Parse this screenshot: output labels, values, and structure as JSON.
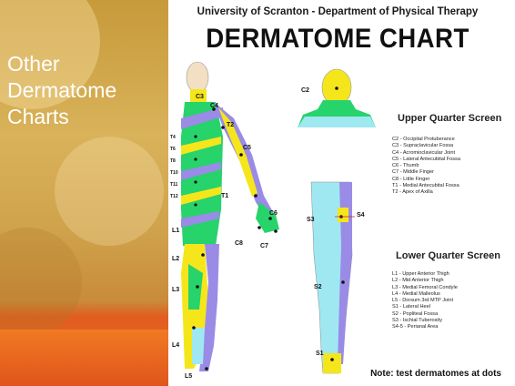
{
  "slide": {
    "title_lines": [
      "Other",
      "Dermatome",
      "Charts"
    ]
  },
  "chart_image": {
    "header": "University of Scranton - Department of Physical Therapy",
    "title": "DERMATOME CHART",
    "body_labels": {
      "c2": "C2",
      "c3": "C3",
      "c4": "C4",
      "t2": "T2",
      "c5": "C5",
      "t1": "T1",
      "c6": "C6",
      "c8": "C8",
      "c7": "C7",
      "l1": "L1",
      "l2": "L2",
      "l3": "L3",
      "l4": "L4",
      "l5": "L5",
      "s3": "S3",
      "s4": "S4",
      "s2": "S2",
      "s1": "S1",
      "thoracic": [
        "T4",
        "T6",
        "T8",
        "T10",
        "T11",
        "T12"
      ]
    },
    "upper": {
      "heading": "Upper Quarter Screen",
      "items": [
        "C2 - Occipital Protuberance",
        "C3 - Supraclavicular Fossa",
        "C4 - Acromioclavicular Joint",
        "C5 - Lateral Antecubital Fossa",
        "C6 - Thumb",
        "C7 - Middle Finger",
        "C8 - Little Finger",
        "T1 - Medial Antecubital Fossa",
        "T2 - Apex of Axilla"
      ]
    },
    "lower": {
      "heading": "Lower Quarter Screen",
      "items": [
        "L1 - Upper Anterior Thigh",
        "L2 - Mid Anterior Thigh",
        "L3 - Medial Femoral Condyle",
        "L4 - Medial Malleolus",
        "L5 - Dorsum 3rd MTP Joint",
        "S1 - Lateral Heel",
        "S2 - Popliteal Fossa",
        "S3 - Ischial Tuberosity",
        "S4-5 - Perianal Area"
      ]
    },
    "note": "Note: test dermatomes at dots"
  },
  "colors": {
    "yellow": "#f5e61c",
    "purple": "#9a8be6",
    "green": "#27d36b",
    "cyan": "#9fe8f2",
    "skin": "#f3dfc3",
    "orange": "#ee6b1f"
  }
}
